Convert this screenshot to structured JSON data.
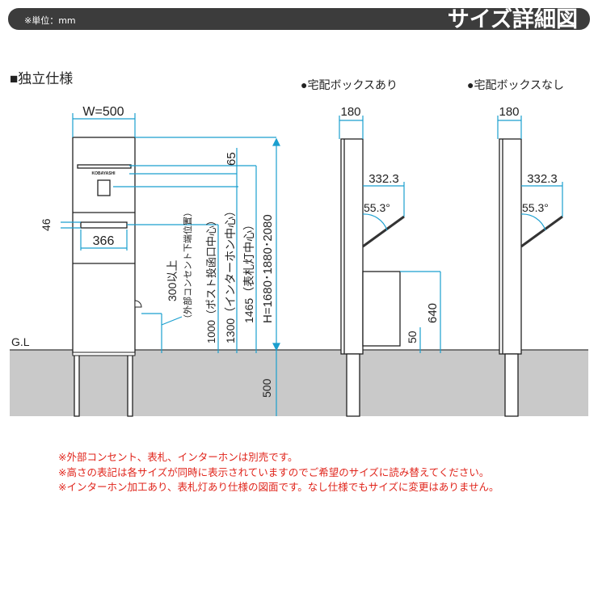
{
  "header": {
    "unit": "※単位：mm",
    "title": "サイズ詳細図"
  },
  "section_title": "■独立仕様",
  "ground_label": "G.L",
  "front": {
    "width": "W=500",
    "brand": "KOBAYASHI",
    "slot_width": "366",
    "slot_height": "46",
    "d65": "65",
    "h_total": "H=1680･1880･2080",
    "h_light": "1465（表札灯中心）",
    "h_intercom": "1300（インターホン中心）",
    "h_post": "1000（ポスト投函口中心）",
    "h_outlet": "300以上",
    "h_outlet_note": "（外部コンセント下端位置）",
    "leg": "500"
  },
  "side_with_box": {
    "title": "●宅配ボックスあり",
    "depth": "180",
    "reach": "332.3",
    "angle": "55.3°",
    "box_h": "640",
    "box_gap": "50"
  },
  "side_without_box": {
    "title": "●宅配ボックスなし",
    "depth": "180",
    "reach": "332.3",
    "angle": "55.3°"
  },
  "notes": [
    "※外部コンセント、表札、インターホンは別売です。",
    "※高さの表記は各サイズが同時に表示されていますのでご希望のサイズに読み替えてください。",
    "※インターホン加工あり、表札灯あり仕様の図面です。なし仕様でもサイズに変更はありません。"
  ],
  "colors": {
    "dimension": "#1a9fcf",
    "header": "#3c3c3c",
    "notes": "#e0241b"
  }
}
